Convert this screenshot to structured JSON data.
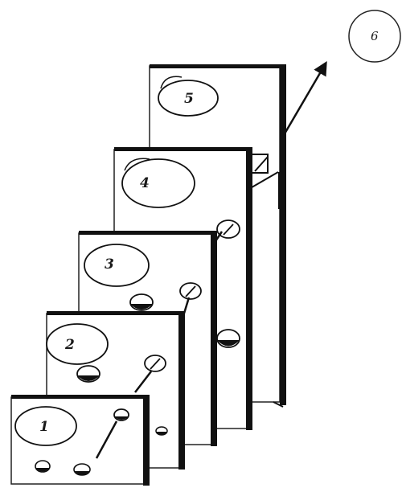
{
  "diagram": {
    "panel_labels": [
      "1",
      "2",
      "3",
      "4",
      "5"
    ],
    "external_label": "6"
  }
}
